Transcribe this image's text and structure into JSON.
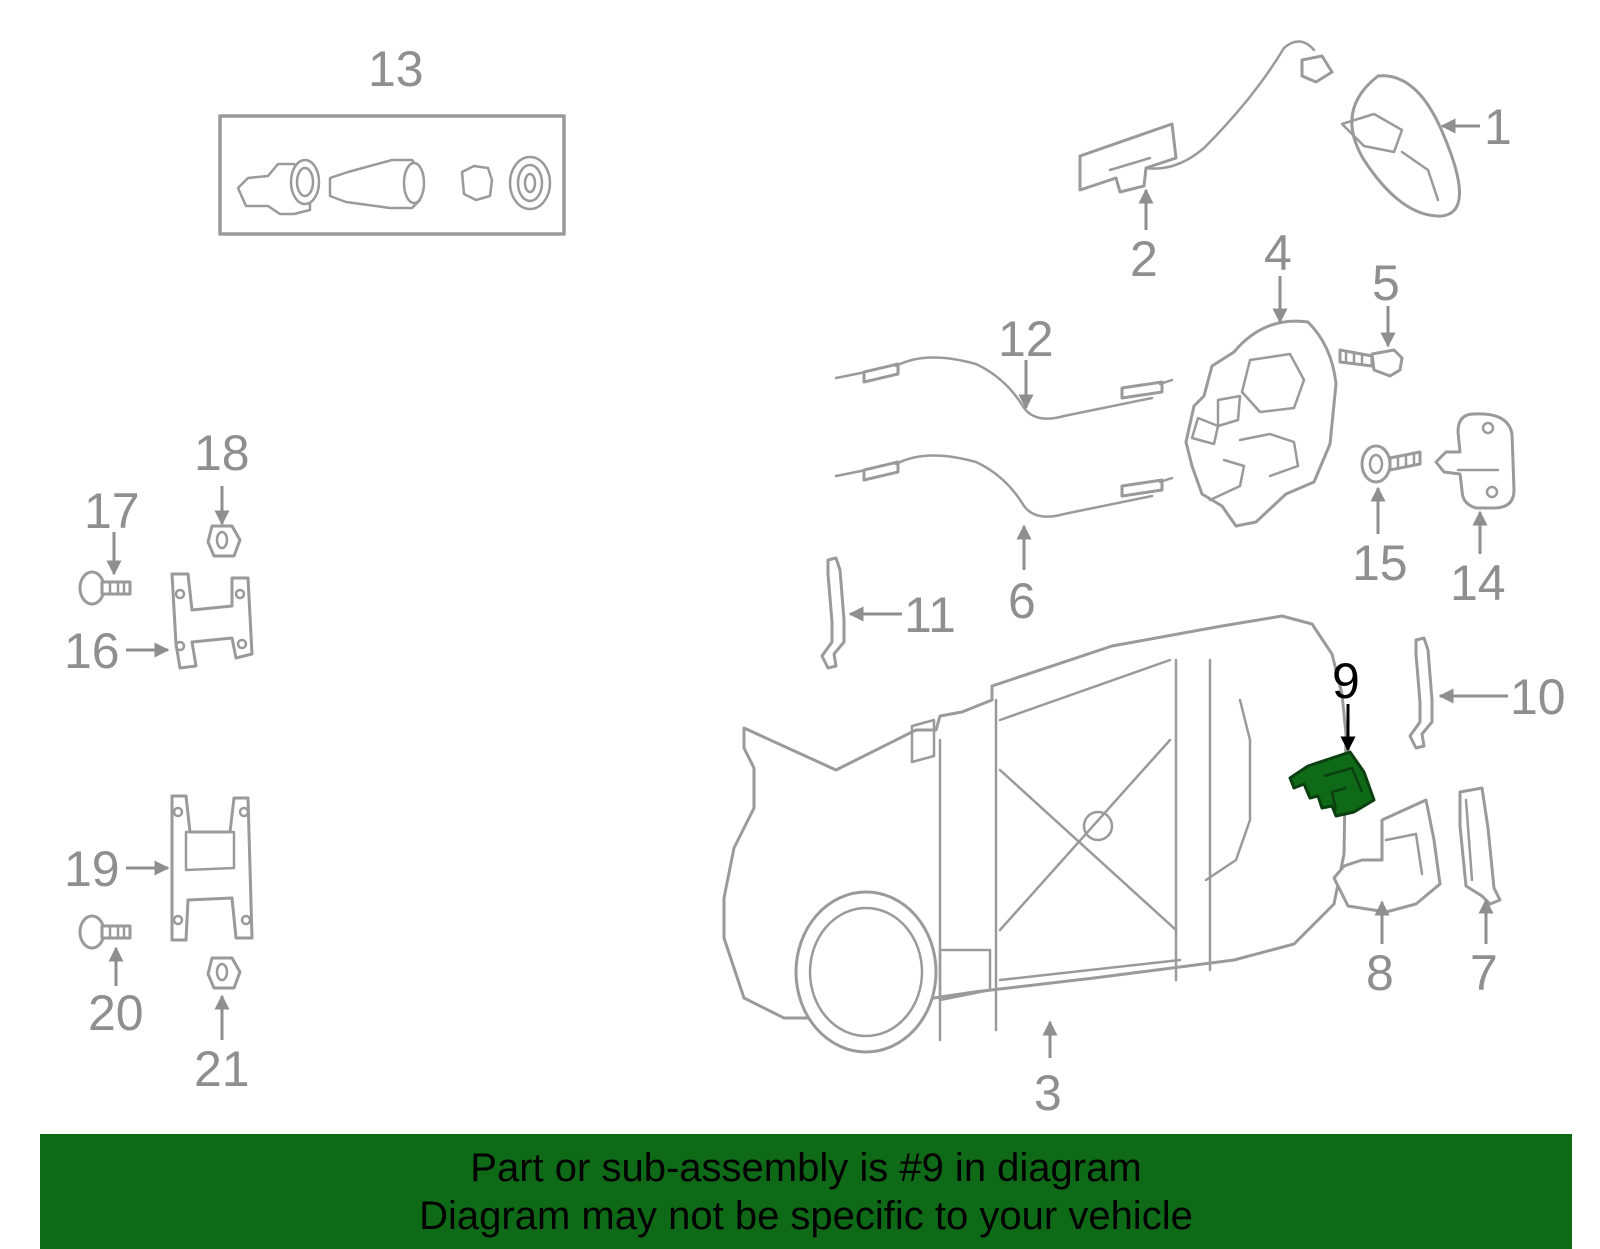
{
  "diagram": {
    "highlight_color": "#0f6a17",
    "highlighted_part": "9",
    "callouts": [
      "1",
      "2",
      "3",
      "4",
      "5",
      "6",
      "7",
      "8",
      "9",
      "10",
      "11",
      "12",
      "13",
      "14",
      "15",
      "16",
      "17",
      "18",
      "19",
      "20",
      "21"
    ]
  },
  "banner": {
    "line1": "Part or sub-assembly is #9 in diagram",
    "line2": "Diagram may not be specific to your vehicle",
    "background": "#0f6a17"
  }
}
